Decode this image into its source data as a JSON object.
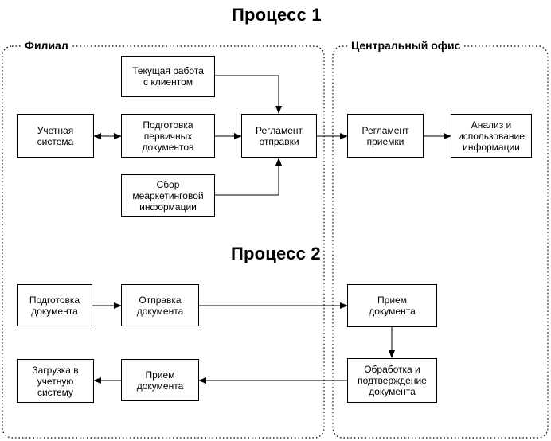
{
  "titles": {
    "process1": "Процесс 1",
    "process2": "Процесс 2"
  },
  "zones": {
    "branch": "Филиал",
    "central": "Центральный офис"
  },
  "process1": {
    "current_work": "Текущая работа\nс клиентом",
    "accounting_system": "Учетная\nсистема",
    "prepare_primary": "Подготовка\nпервичных\nдокументов",
    "sending_rules": "Регламент\nотправки",
    "marketing_info": "Сбор\nмеаркетинговой\nинформации",
    "receiving_rules": "Регламент\nприемки",
    "analysis": "Анализ и\nиспользование\nинформации"
  },
  "process2": {
    "prepare_doc": "Подготовка\nдокумента",
    "send_doc": "Отправка\nдокумента",
    "receive_doc_central": "Прием\nдокумента",
    "process_confirm": "Обработка и\nподтверждение\nдокумента",
    "receive_doc_branch": "Прием\nдокумента",
    "load_to_system": "Загрузка в\nучетную\nсистему"
  }
}
